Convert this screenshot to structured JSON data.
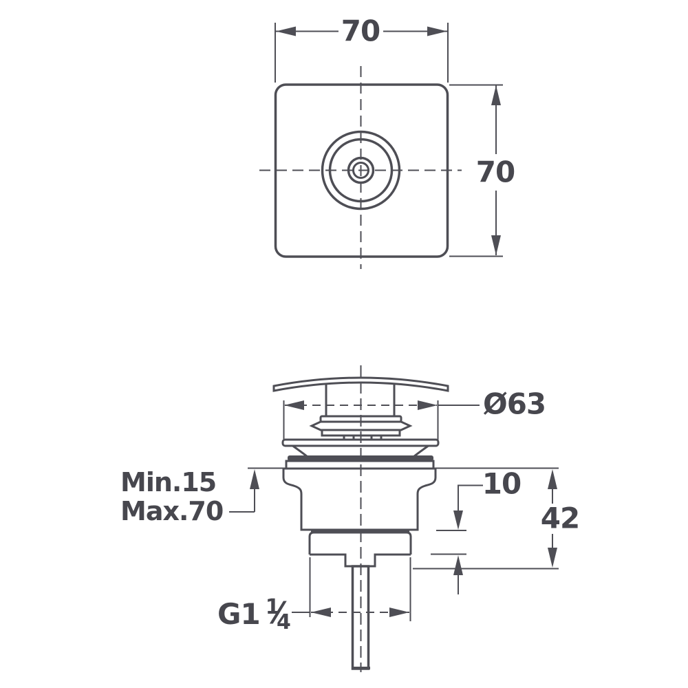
{
  "meta": {
    "background": "#ffffff",
    "line_color": "#4e4e55",
    "text_color": "#47474e",
    "drawing_type": "technical dimension drawing of a push-open drain valve"
  },
  "top_view": {
    "width_label": "70",
    "height_label": "70"
  },
  "side_view": {
    "diameter_label": "Ø63",
    "mounting_min_label": "Min.15",
    "mounting_max_label": "Max.70",
    "offset_label": "10",
    "body_height_label": "42",
    "thread_prefix": "G1",
    "thread_numerator": "1",
    "thread_slash": "⁄",
    "thread_denominator": "4"
  }
}
